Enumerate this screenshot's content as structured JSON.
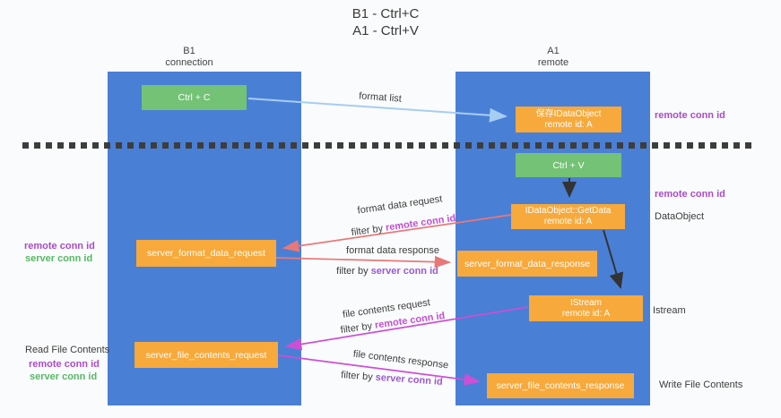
{
  "title": {
    "line1": "B1 - Ctrl+C",
    "line2": "A1 - Ctrl+V"
  },
  "lanes": {
    "left": {
      "name": "B1",
      "role": "connection"
    },
    "right": {
      "name": "A1",
      "role": "remote"
    }
  },
  "nodes": {
    "ctrl_c": {
      "label": "Ctrl + C"
    },
    "store_dataobject": {
      "line1": "保存IDataObject",
      "line2": "remote id: A"
    },
    "ctrl_v": {
      "label": "Ctrl + V"
    },
    "getdata": {
      "line1": "IDataObject::GetData",
      "line2": "remote id: A"
    },
    "format_request": {
      "label": "server_format_data_request"
    },
    "format_response": {
      "label": "server_format_data_response"
    },
    "istream": {
      "line1": "IStream",
      "line2": "remote id: A"
    },
    "file_request": {
      "label": "server_file_contents_request"
    },
    "file_response": {
      "label": "server_file_contents_response"
    }
  },
  "messages": {
    "format_list": "format list",
    "format_data_request": "format data request",
    "format_data_response": "format data response",
    "file_contents_request": "file contents request",
    "file_contents_response": "file contents response",
    "filter_by": "filter by",
    "remote_conn_id": "remote conn id",
    "server_conn_id": "server conn id"
  },
  "side_labels": {
    "remote_conn_id_top_right": "remote conn id",
    "remote_conn_id_mid_right": "remote conn id",
    "dataobject": "DataObject",
    "istream": "Istream",
    "write_file_contents": "Write File Contents",
    "read_file_contents": "Read File Contents",
    "remote_conn_id_left1": "remote conn id",
    "server_conn_id_left1": "server conn id",
    "remote_conn_id_left2": "remote conn id",
    "server_conn_id_left2": "server conn id"
  },
  "colors": {
    "lane_blue": "#4a7fd6",
    "node_green": "#74c276",
    "node_orange": "#f7a93c",
    "arrow_blue": "#a6cdf2",
    "arrow_red": "#e87878",
    "arrow_magenta": "#cc4fd4",
    "arrow_black": "#333333",
    "label_purple": "#a94cc8",
    "label_green": "#57b865"
  }
}
